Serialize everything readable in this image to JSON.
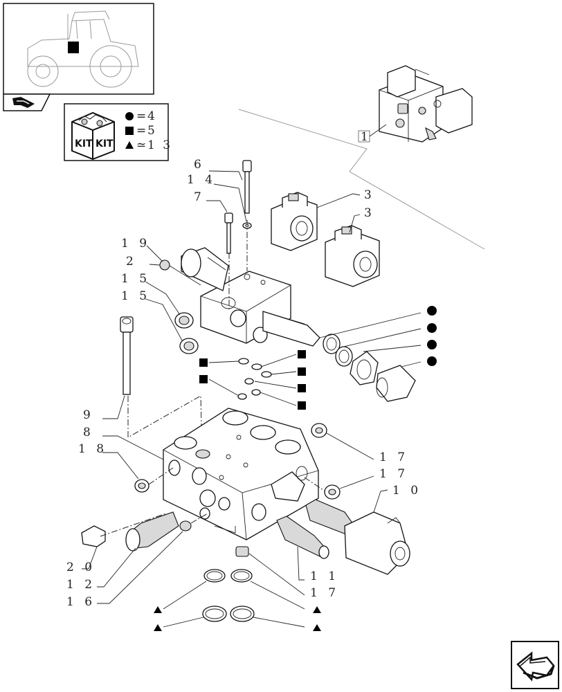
{
  "kit_legend": {
    "kit_word": "KIT",
    "entries": [
      {
        "symbol": "circle",
        "operator": "=",
        "value": "4"
      },
      {
        "symbol": "square",
        "operator": "=",
        "value": "5"
      },
      {
        "symbol": "triangle",
        "operator": "≃",
        "value": "1 3"
      }
    ]
  },
  "labels": {
    "l1": "1",
    "l6": "6",
    "l14": "1 4",
    "l7": "7",
    "l3a": "3",
    "l3b": "3",
    "l19": "1 9",
    "l2": "2",
    "l15a": "1 5",
    "l15b": "1 5",
    "l9": "9",
    "l8": "8",
    "l18": "1 8",
    "l17a": "1 7",
    "l17b": "1 7",
    "l10": "1 0",
    "l20": "2 0",
    "l12": "1 2",
    "l16": "1 6",
    "l11": "1 1",
    "l17c": "1 7"
  },
  "colors": {
    "ink": "#111111",
    "marker": "#000000",
    "tractor_marker": "#000000"
  },
  "icons": {
    "nav_icon": "previous-section-arrow-icon",
    "back_icon": "return-arrow-icon"
  }
}
